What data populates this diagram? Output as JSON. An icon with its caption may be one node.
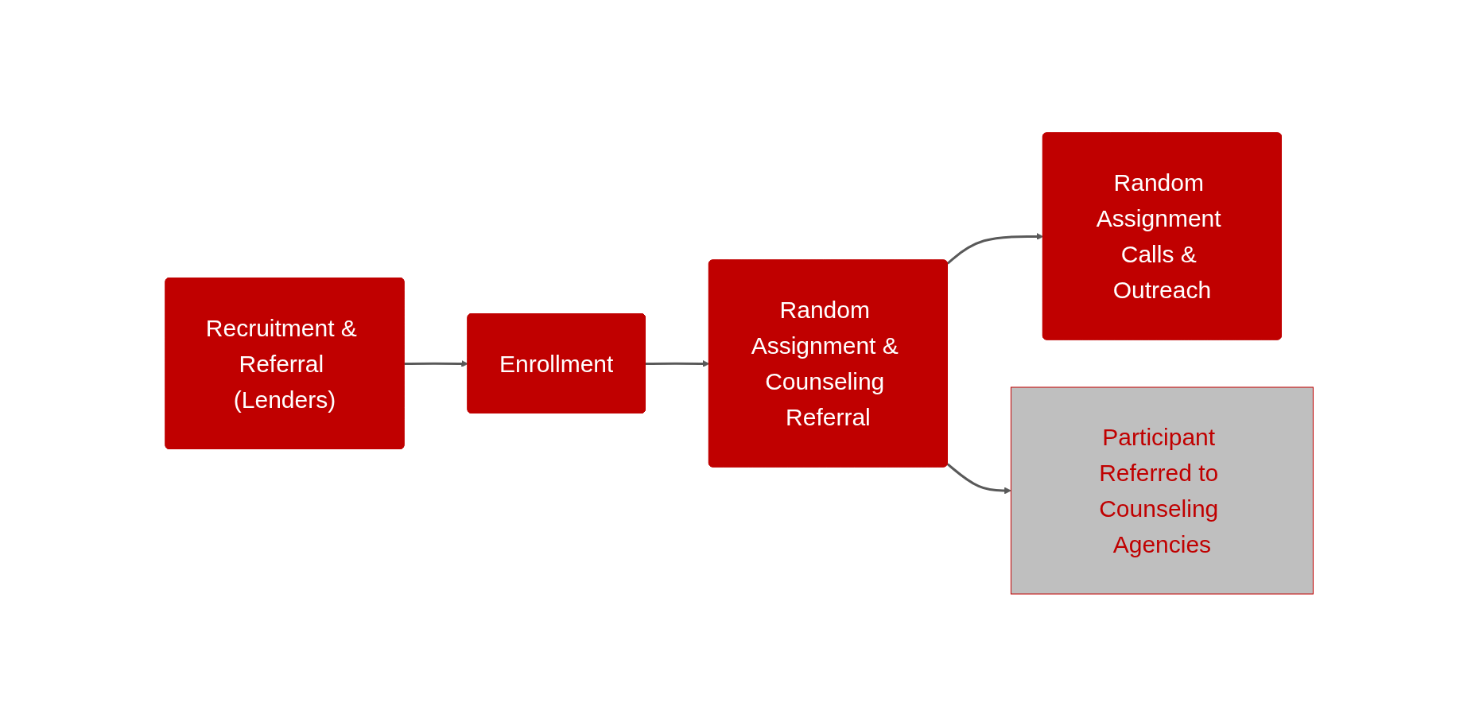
{
  "diagram": {
    "nodes": [
      {
        "text": [
          "Recruitment & Referral (Lenders)"
        ]
      },
      {
        "text": [
          "Enrollment"
        ]
      },
      {
        "text": [
          "Random Assignment & Counseling Referral"
        ]
      },
      {
        "text": [
          "Random Assignment Calls & Outreach"
        ]
      },
      {
        "text": [
          "Participant Referred to Counseling Agencies"
        ]
      }
    ],
    "edges": [
      {
        "from": 0,
        "to": 1,
        "arrow": "to"
      },
      {
        "from": 1,
        "to": 2,
        "arrow": "to"
      },
      {
        "from": 2,
        "to": 3,
        "arrow": "to"
      },
      {
        "from": 2,
        "to": 4,
        "arrow": "to"
      }
    ]
  }
}
